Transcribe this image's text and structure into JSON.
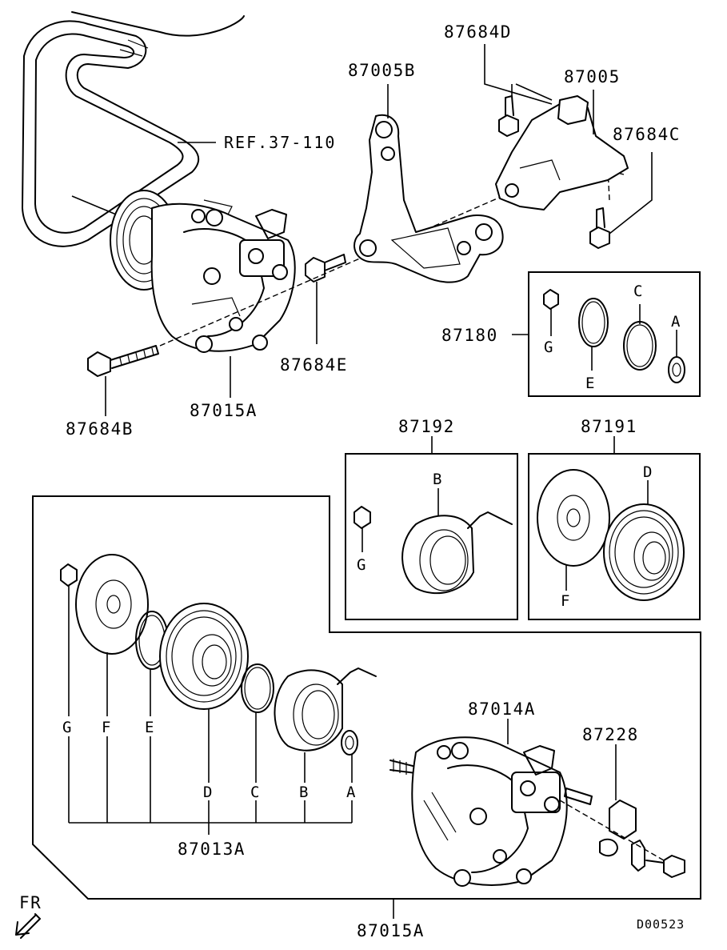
{
  "labels": {
    "p87684D": "87684D",
    "p87005B": "87005B",
    "p87005": "87005",
    "p87684C": "87684C",
    "ref": "REF.37-110",
    "p87684E": "87684E",
    "p87684B": "87684B",
    "p87015A_top": "87015A",
    "p87180": "87180",
    "p87192": "87192",
    "p87191": "87191",
    "p87014A": "87014A",
    "p87228": "87228",
    "p87013A": "87013A",
    "p87015A_bottom": "87015A",
    "fr": "FR",
    "diagram_code": "D00523"
  },
  "letters": {
    "A": "A",
    "B": "B",
    "C": "C",
    "D": "D",
    "E": "E",
    "F": "F",
    "G": "G"
  }
}
